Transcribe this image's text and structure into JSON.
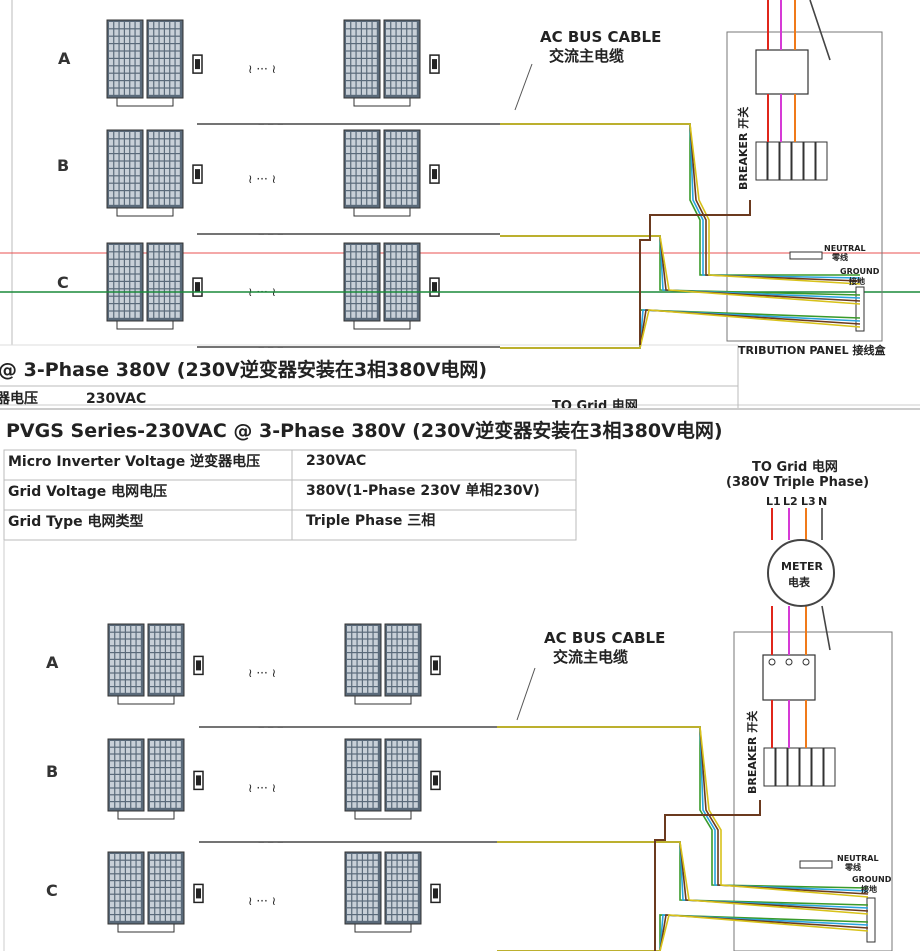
{
  "title": "PVGS Series-230VAC @ 3-Phase 380V (230V逆变器安装在3相380V电网)",
  "title_partial_top": "@ 3-Phase 380V (230V逆变器安装在3相380V电网)",
  "spec_table": [
    {
      "label": "Micro Inverter Voltage 逆变器电压",
      "value": "230VAC"
    },
    {
      "label": "Grid  Voltage 电网电压",
      "value": "380V(1-Phase 230V 单相230V)"
    },
    {
      "label": "Grid Type 电网类型",
      "value": "Triple Phase 三相"
    }
  ],
  "top_table_partial": {
    "label": "器电压",
    "value": "230VAC",
    "grid_cut": "TO Grid 电网"
  },
  "rows": [
    "A",
    "B",
    "C"
  ],
  "ellipsis": "≀ ··· ≀",
  "bus_cable_en": "AC BUS CABLE",
  "bus_cable_cn": "交流主电缆",
  "to_grid": "TO Grid 电网",
  "to_grid_sub": "(380V Triple Phase)",
  "phases": [
    "L1",
    "L2",
    "L3",
    "N"
  ],
  "meter_en": "METER",
  "meter_cn": "电表",
  "breaker": "BREAKER 开关",
  "neutral_en": "NEUTRAL",
  "neutral_cn": "零线",
  "ground_en": "GROUND",
  "ground_cn": "接地",
  "panel_partial": "TRIBUTION PANEL 接线盒",
  "colors": {
    "l1": "#e0261b",
    "l2": "#d63ad6",
    "l3": "#f07a1a",
    "neutral": "#6b3a1f",
    "ground_green": "#3a9a2a",
    "ground_yellow": "#d8c21a",
    "blue": "#2aa4e0",
    "panel_fill": "#5a6a7a",
    "panel_grid": "#c8d0d8",
    "guide_red": "#e85050",
    "guide_green": "#1a8a3a"
  }
}
